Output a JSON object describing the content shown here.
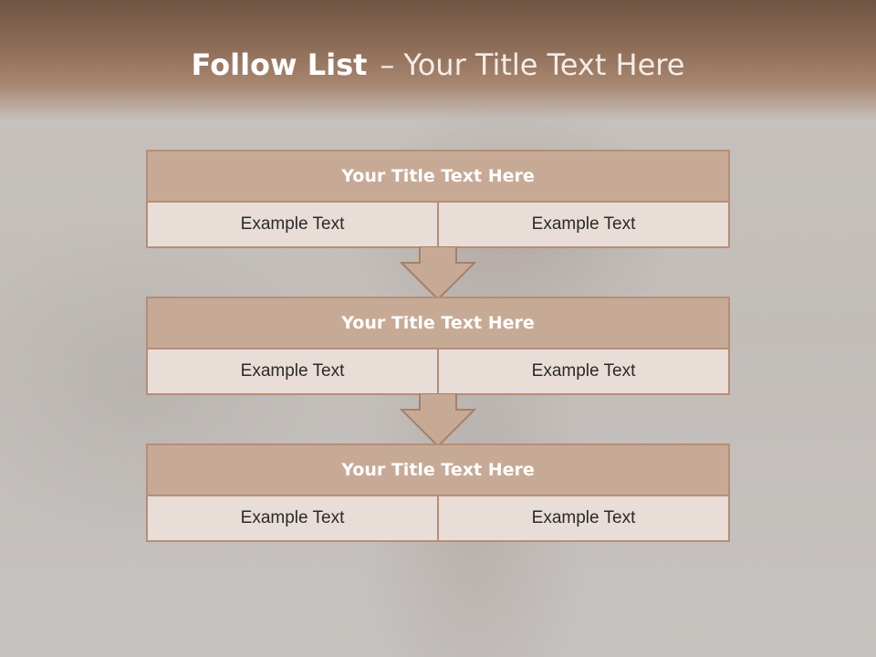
{
  "title": {
    "bold": "Follow List",
    "separator": "–",
    "rest": "Your Title Text Here"
  },
  "blocks": [
    {
      "title": "Your Title Text Here",
      "left": "Example Text",
      "right": "Example Text"
    },
    {
      "title": "Your Title Text Here",
      "left": "Example Text",
      "right": "Example Text"
    },
    {
      "title": "Your Title Text Here",
      "left": "Example Text",
      "right": "Example Text"
    }
  ],
  "colors": {
    "header": "#8a6a55",
    "block_title": "#c7aa95",
    "cell": "#e8ddd7",
    "border": "#b58e77",
    "arrow": "#c7aa95"
  }
}
